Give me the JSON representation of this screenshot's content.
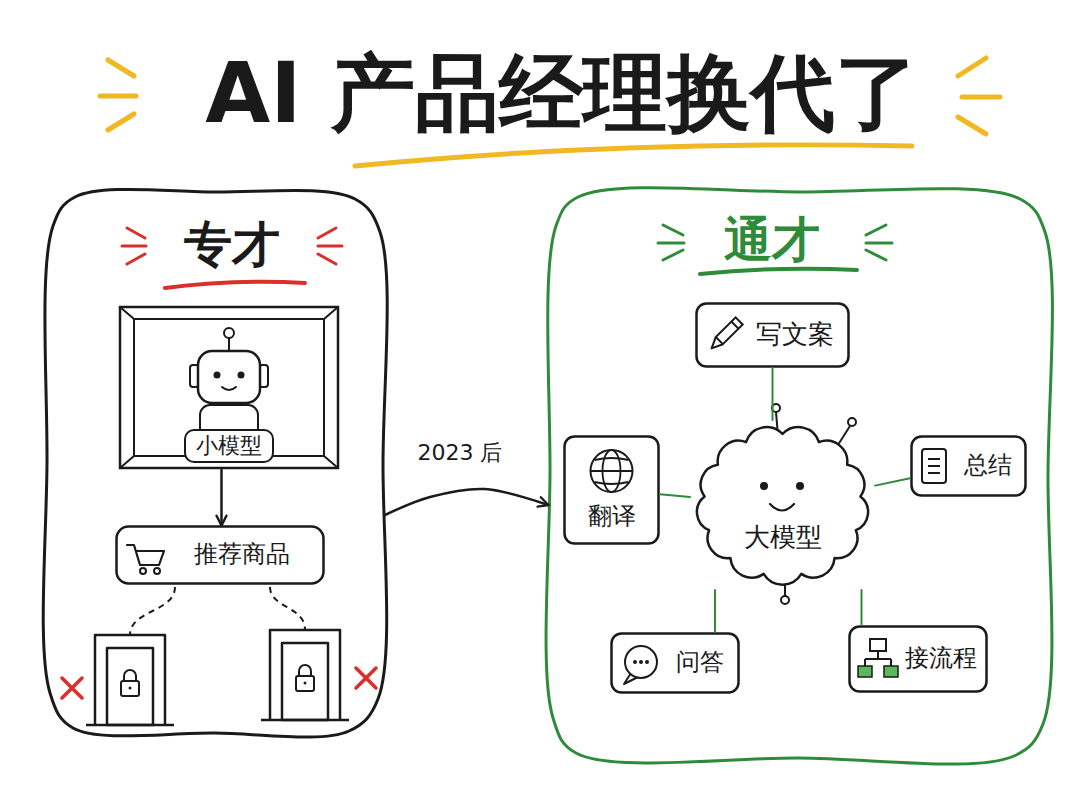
{
  "diagram": {
    "title": "AI 产品经理换代了",
    "nodes": [
      {
        "text": [
          "专才"
        ]
      },
      {
        "text": [
          "小模型"
        ],
        "in": 0
      },
      {
        "text": [
          "推荐商品"
        ],
        "in": 0
      },
      {
        "text": [
          "通才"
        ]
      },
      {
        "text": [
          "写文案"
        ],
        "in": 3
      },
      {
        "text": [
          "翻译"
        ],
        "in": 3
      },
      {
        "text": [
          "大模型"
        ],
        "in": 3
      },
      {
        "text": [
          "总结"
        ],
        "in": 3
      },
      {
        "text": [
          "问答"
        ],
        "in": 3
      },
      {
        "text": [
          "接流程"
        ],
        "in": 3
      }
    ],
    "edges": [
      {
        "from": 1,
        "to": 2,
        "arrow": "to"
      },
      {
        "from": 0,
        "to": 3,
        "label": "2023 后",
        "arrow": "to"
      },
      {
        "from": 6,
        "to": 4,
        "arrow": "none"
      },
      {
        "from": 6,
        "to": 5,
        "arrow": "none"
      },
      {
        "from": 6,
        "to": 7,
        "arrow": "none"
      },
      {
        "from": 6,
        "to": 8,
        "arrow": "none"
      },
      {
        "from": 6,
        "to": 9,
        "arrow": "none"
      }
    ]
  }
}
